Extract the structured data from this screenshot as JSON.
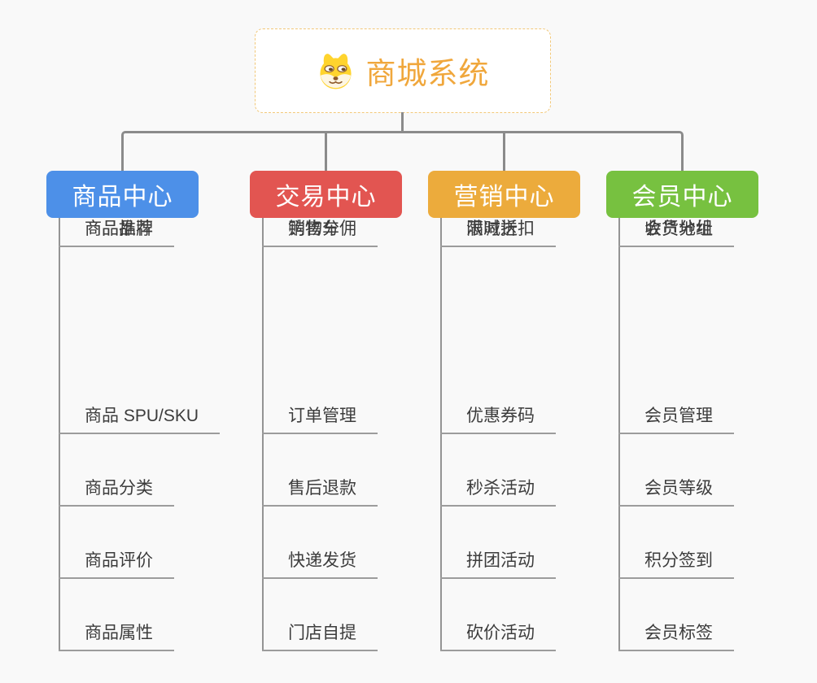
{
  "canvas": {
    "background": "#f9f9f9",
    "connector_color": "#8b8b8b"
  },
  "root": {
    "title": "商城系统",
    "icon": "dog-face-icon",
    "text_color": "#f0a73c",
    "border_color": "#f2c879"
  },
  "branches": [
    {
      "label": "商品中心",
      "color": "#4d90e8",
      "items": [
        "商品 SPU/SKU",
        "商品分类",
        "商品评价",
        "商品属性",
        "商品推荐",
        "商品品牌"
      ]
    },
    {
      "label": "交易中心",
      "color": "#e25551",
      "items": [
        "订单管理",
        "售后退款",
        "快递发货",
        "门店自提",
        "购物车",
        "销售分佣"
      ]
    },
    {
      "label": "营销中心",
      "color": "#ecab3c",
      "items": [
        "优惠券码",
        "秒杀活动",
        "拼团活动",
        "砍价活动",
        "限时折扣",
        "满减送"
      ]
    },
    {
      "label": "会员中心",
      "color": "#77c140",
      "items": [
        "会员管理",
        "会员等级",
        "积分签到",
        "会员标签",
        "会员分组",
        "收货地址"
      ]
    }
  ]
}
